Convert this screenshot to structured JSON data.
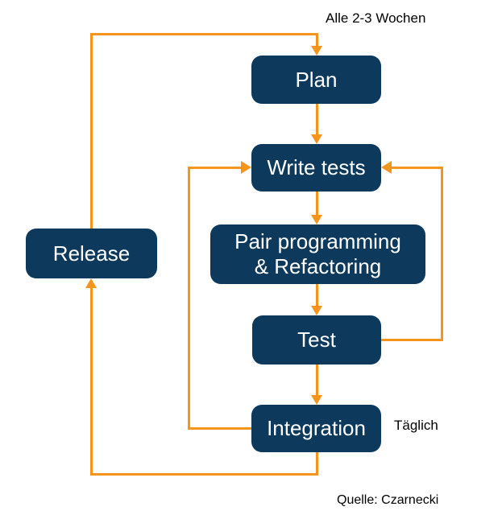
{
  "colors": {
    "box": "#0d3a5c",
    "box_text": "#ffffff",
    "arrow": "#f7941d",
    "label_text": "#000000",
    "background": "#ffffff"
  },
  "nodes": {
    "plan": {
      "label": "Plan"
    },
    "write_tests": {
      "label": "Write tests"
    },
    "pair_refactor": {
      "label": "Pair programming\n& Refactoring"
    },
    "test": {
      "label": "Test"
    },
    "integration": {
      "label": "Integration"
    },
    "release": {
      "label": "Release"
    }
  },
  "annotations": {
    "cycle_frequency": "Alle 2-3 Wochen",
    "daily_frequency": "Täglich",
    "source": "Quelle: Czarnecki"
  },
  "edges": [
    {
      "from": "Release",
      "to": "Plan",
      "label": "Alle 2-3 Wochen"
    },
    {
      "from": "Plan",
      "to": "Write tests"
    },
    {
      "from": "Write tests",
      "to": "Pair programming & Refactoring"
    },
    {
      "from": "Pair programming & Refactoring",
      "to": "Test"
    },
    {
      "from": "Test",
      "to": "Integration"
    },
    {
      "from": "Test",
      "to": "Write tests"
    },
    {
      "from": "Integration",
      "to": "Write tests"
    },
    {
      "from": "Integration",
      "to": "Release",
      "label": "Täglich"
    }
  ]
}
